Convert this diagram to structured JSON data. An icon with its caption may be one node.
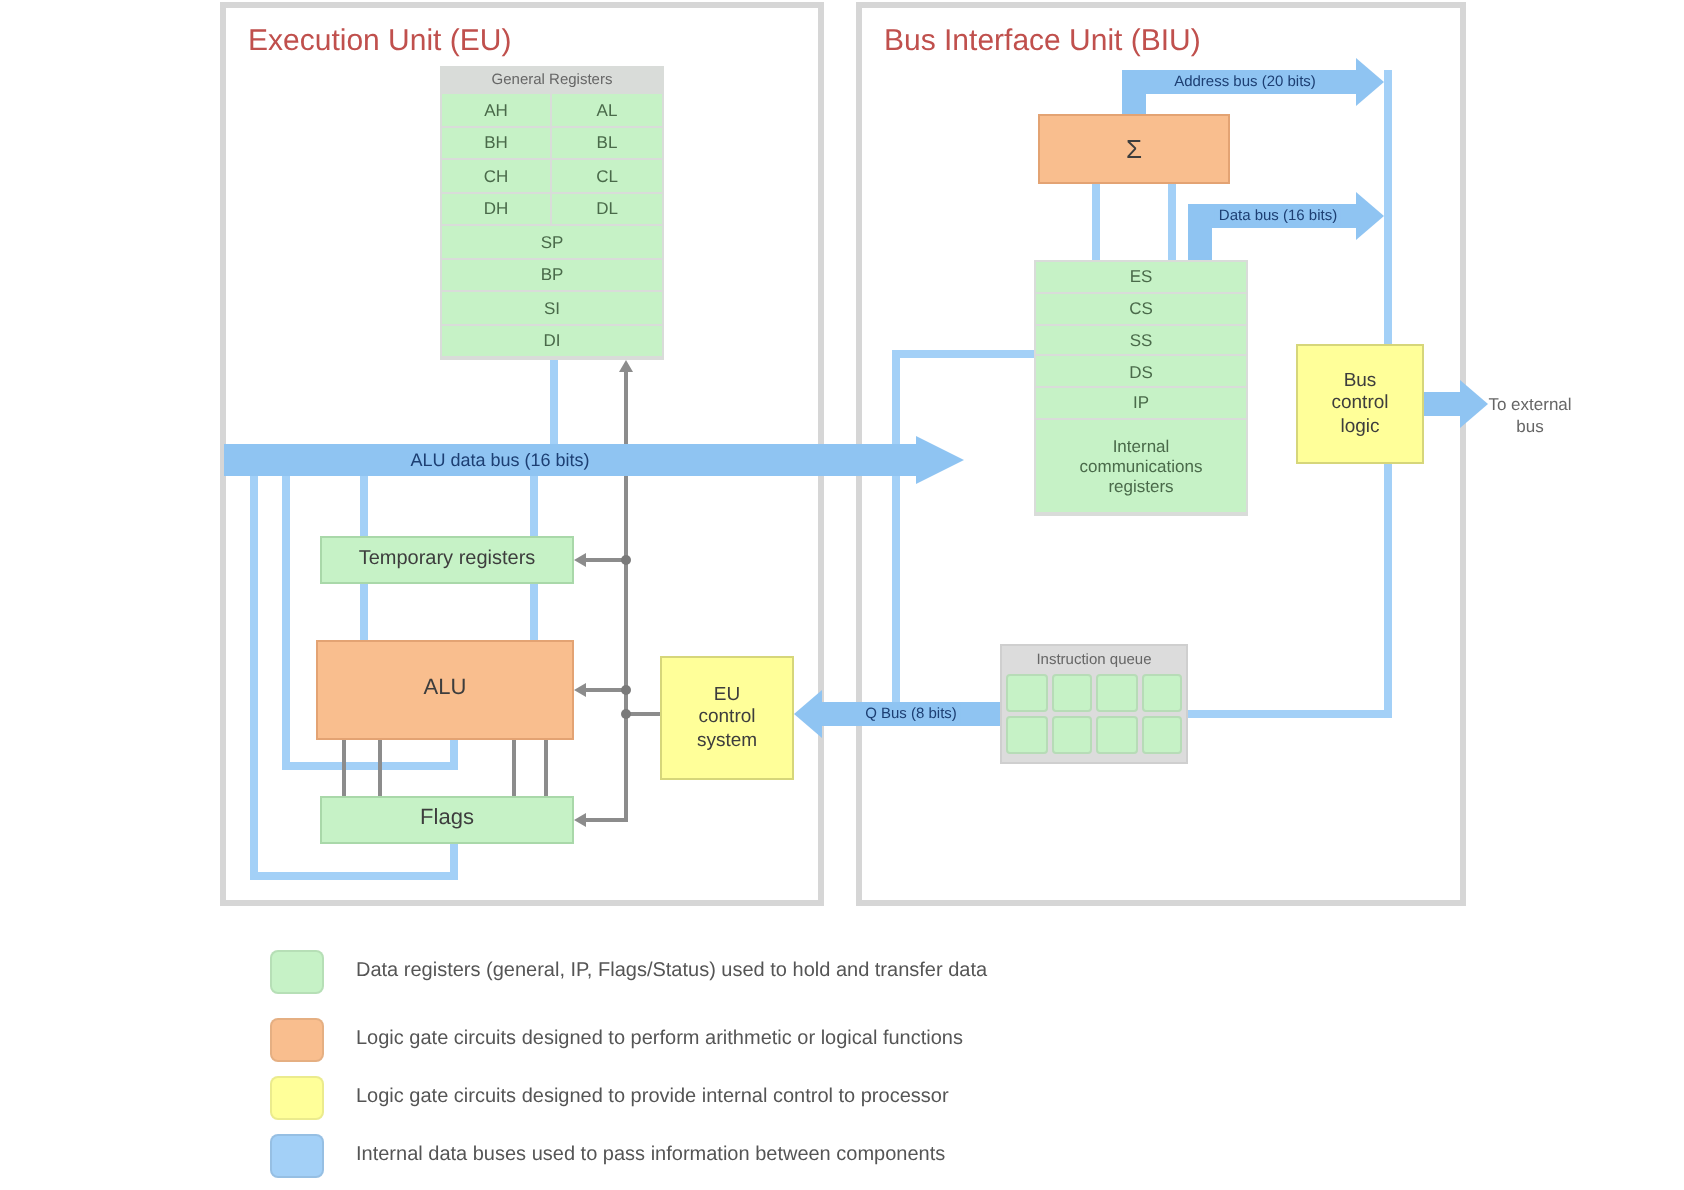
{
  "diagram": {
    "nodes": [
      {
        "text": [
          "Execution Unit (EU)"
        ]
      },
      {
        "text": [
          "General Registers",
          "AH",
          "AL",
          "BH",
          "BL",
          "CH",
          "CL",
          "DH",
          "DL",
          "SP",
          "BP",
          "SI",
          "DI"
        ],
        "in": 0
      },
      {
        "text": [
          "ALU data bus (16 bits)"
        ]
      },
      {
        "text": [
          "Temporary registers"
        ],
        "in": 0
      },
      {
        "text": [
          "ALU"
        ],
        "in": 0
      },
      {
        "text": [
          "EU control system"
        ],
        "in": 0
      },
      {
        "text": [
          "Flags"
        ],
        "in": 0
      },
      {
        "text": [
          "Bus Interface Unit (BIU)"
        ]
      },
      {
        "text": [
          "Σ"
        ],
        "in": 7
      },
      {
        "text": [
          "ES",
          "CS",
          "SS",
          "DS",
          "IP",
          "Internal communications registers"
        ],
        "in": 7
      },
      {
        "text": [
          "Bus control logic"
        ],
        "in": 7
      },
      {
        "text": [
          "To external bus"
        ]
      },
      {
        "text": [
          "Instruction queue"
        ],
        "in": 7
      }
    ],
    "edges": [
      {
        "from": 1,
        "to": 2,
        "arrow": "none"
      },
      {
        "from": 2,
        "to": 3,
        "arrow": "none"
      },
      {
        "from": 2,
        "to": 3,
        "arrow": "none"
      },
      {
        "from": 3,
        "to": 4,
        "arrow": "none"
      },
      {
        "from": 3,
        "to": 4,
        "arrow": "none"
      },
      {
        "from": 4,
        "to": 2,
        "arrow": "none"
      },
      {
        "from": 6,
        "to": 2,
        "arrow": "none"
      },
      {
        "from": 4,
        "to": 6,
        "arrow": "none",
        "color": "#8c8c8c"
      },
      {
        "from": 4,
        "to": 6,
        "arrow": "none",
        "color": "#8c8c8c"
      },
      {
        "from": 4,
        "to": 6,
        "arrow": "none",
        "color": "#8c8c8c"
      },
      {
        "from": 4,
        "to": 6,
        "arrow": "none",
        "color": "#8c8c8c"
      },
      {
        "from": 2,
        "to": 1,
        "arrow": "to",
        "color": "#8c8c8c"
      },
      {
        "from": 5,
        "to": 2,
        "arrow": "none",
        "color": "#8c8c8c"
      },
      {
        "from": 5,
        "to": 3,
        "arrow": "to",
        "color": "#8c8c8c"
      },
      {
        "from": 5,
        "to": 4,
        "arrow": "to",
        "color": "#8c8c8c"
      },
      {
        "from": 5,
        "to": 6,
        "arrow": "to",
        "color": "#8c8c8c"
      },
      {
        "from": 2,
        "to": 9,
        "arrow": "none"
      },
      {
        "from": 2,
        "to": null,
        "arrow": "none"
      },
      {
        "from": 9,
        "to": 8,
        "arrow": "none"
      },
      {
        "from": 9,
        "to": 8,
        "arrow": "none"
      },
      {
        "from": 8,
        "to": null,
        "arrow": "to",
        "style": "thick",
        "label": "Address bus (20 bits)"
      },
      {
        "from": 9,
        "to": null,
        "arrow": "to",
        "style": "thick",
        "label": "Data bus (16 bits)"
      },
      {
        "from": null,
        "to": 10,
        "arrow": "none"
      },
      {
        "from": 10,
        "to": 11,
        "arrow": "to",
        "style": "thick"
      },
      {
        "from": 10,
        "to": 12,
        "arrow": "none"
      },
      {
        "from": 12,
        "to": 5,
        "arrow": "to",
        "style": "thick",
        "label": "Q Bus (8 bits)"
      }
    ],
    "legend": [
      {
        "text": "Data registers (general, IP, Flags/Status) used to hold and transfer data",
        "color": "#c6f2c6"
      },
      {
        "text": "Logic gate circuits designed to perform arithmetic or logical functions",
        "color": "#f9be8e"
      },
      {
        "text": "Logic gate circuits designed to provide internal control to processor",
        "color": "#ffff99"
      },
      {
        "text": "Internal data buses used to pass information between components",
        "color": "#a3d0f7"
      }
    ]
  }
}
